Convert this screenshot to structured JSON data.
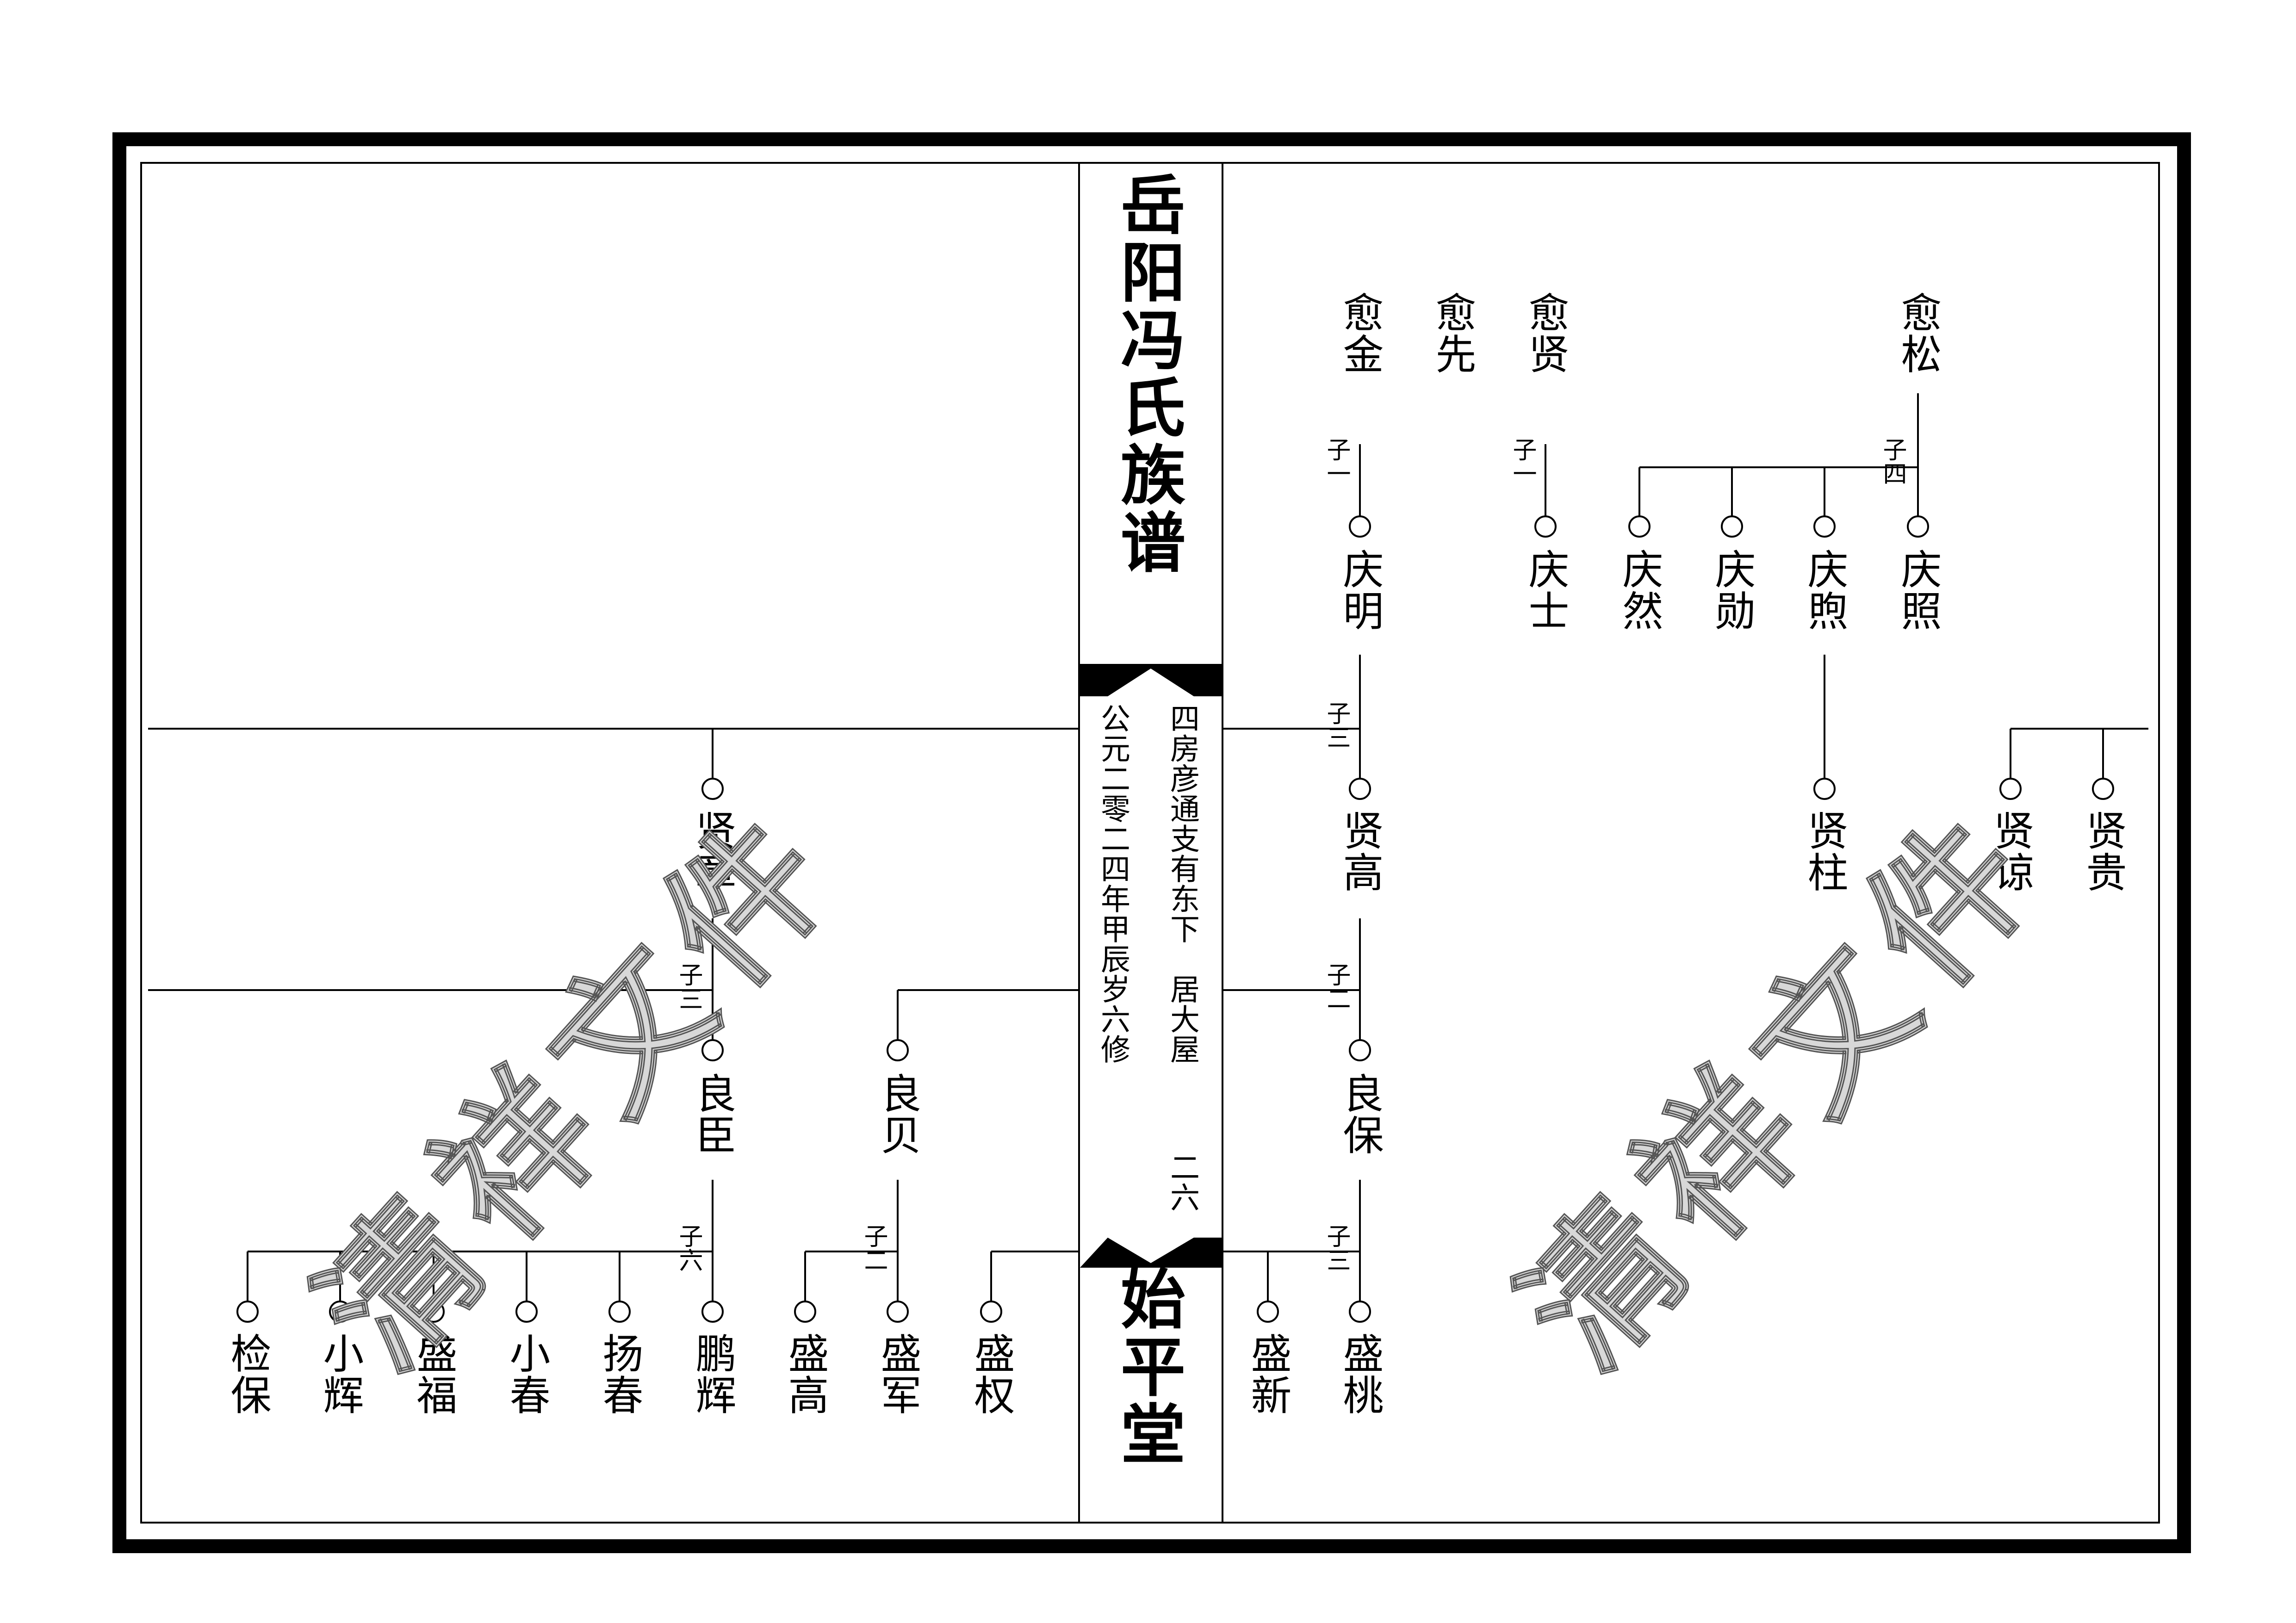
{
  "header": {
    "title": "岳阳冯氏族谱",
    "hall": "始平堂",
    "branch_note": "四房彦通支有东下　居大屋",
    "date_note": "公元二零二四年甲辰岁六修",
    "page_number": "二六"
  },
  "watermark": "清祥文件",
  "right_page": {
    "generation_1": [
      "愈金",
      "愈先",
      "愈贤",
      "愈松"
    ],
    "counts_1": [
      "子一",
      "子一",
      "子四"
    ],
    "generation_2": [
      "庆明",
      "庆士",
      "庆然",
      "庆勋",
      "庆煦",
      "庆照"
    ],
    "count_2": "子三",
    "generation_3": [
      "贤高",
      "贤柱",
      "贤谅",
      "贤贵"
    ],
    "count_3": "子二",
    "generation_4": [
      "良保"
    ],
    "count_4": "子三",
    "generation_5": [
      "盛新",
      "盛桃"
    ]
  },
  "left_page": {
    "generation_3": [
      "贤章"
    ],
    "count_3": "子三",
    "generation_4": [
      "良臣",
      "良贝"
    ],
    "counts_4": [
      "子六",
      "子二"
    ],
    "generation_5": [
      "检保",
      "小辉",
      "盛福",
      "小春",
      "扬春",
      "鹏辉",
      "盛高",
      "盛军",
      "盛权"
    ]
  }
}
